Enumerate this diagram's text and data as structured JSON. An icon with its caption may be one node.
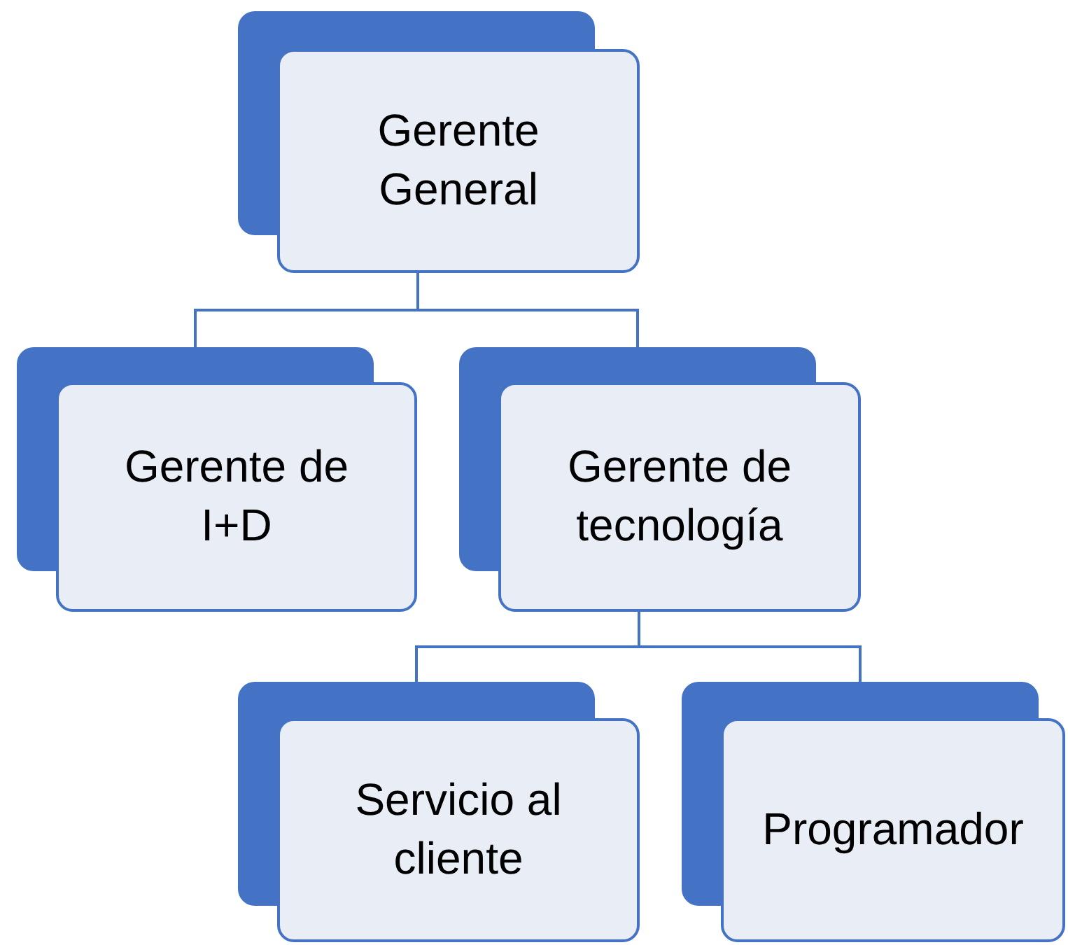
{
  "diagram": {
    "nodes": [
      {
        "text": [
          "Gerente General"
        ]
      },
      {
        "text": [
          "Gerente de I+D"
        ]
      },
      {
        "text": [
          "Gerente de tecnología"
        ]
      },
      {
        "text": [
          "Servicio al cliente"
        ]
      },
      {
        "text": [
          "Programador"
        ]
      }
    ],
    "edges": [
      {
        "from": 0,
        "to": 1,
        "arrow": "none"
      },
      {
        "from": 0,
        "to": 2,
        "arrow": "none"
      },
      {
        "from": 2,
        "to": 3,
        "arrow": "none"
      },
      {
        "from": 2,
        "to": 4,
        "arrow": "none"
      }
    ]
  }
}
